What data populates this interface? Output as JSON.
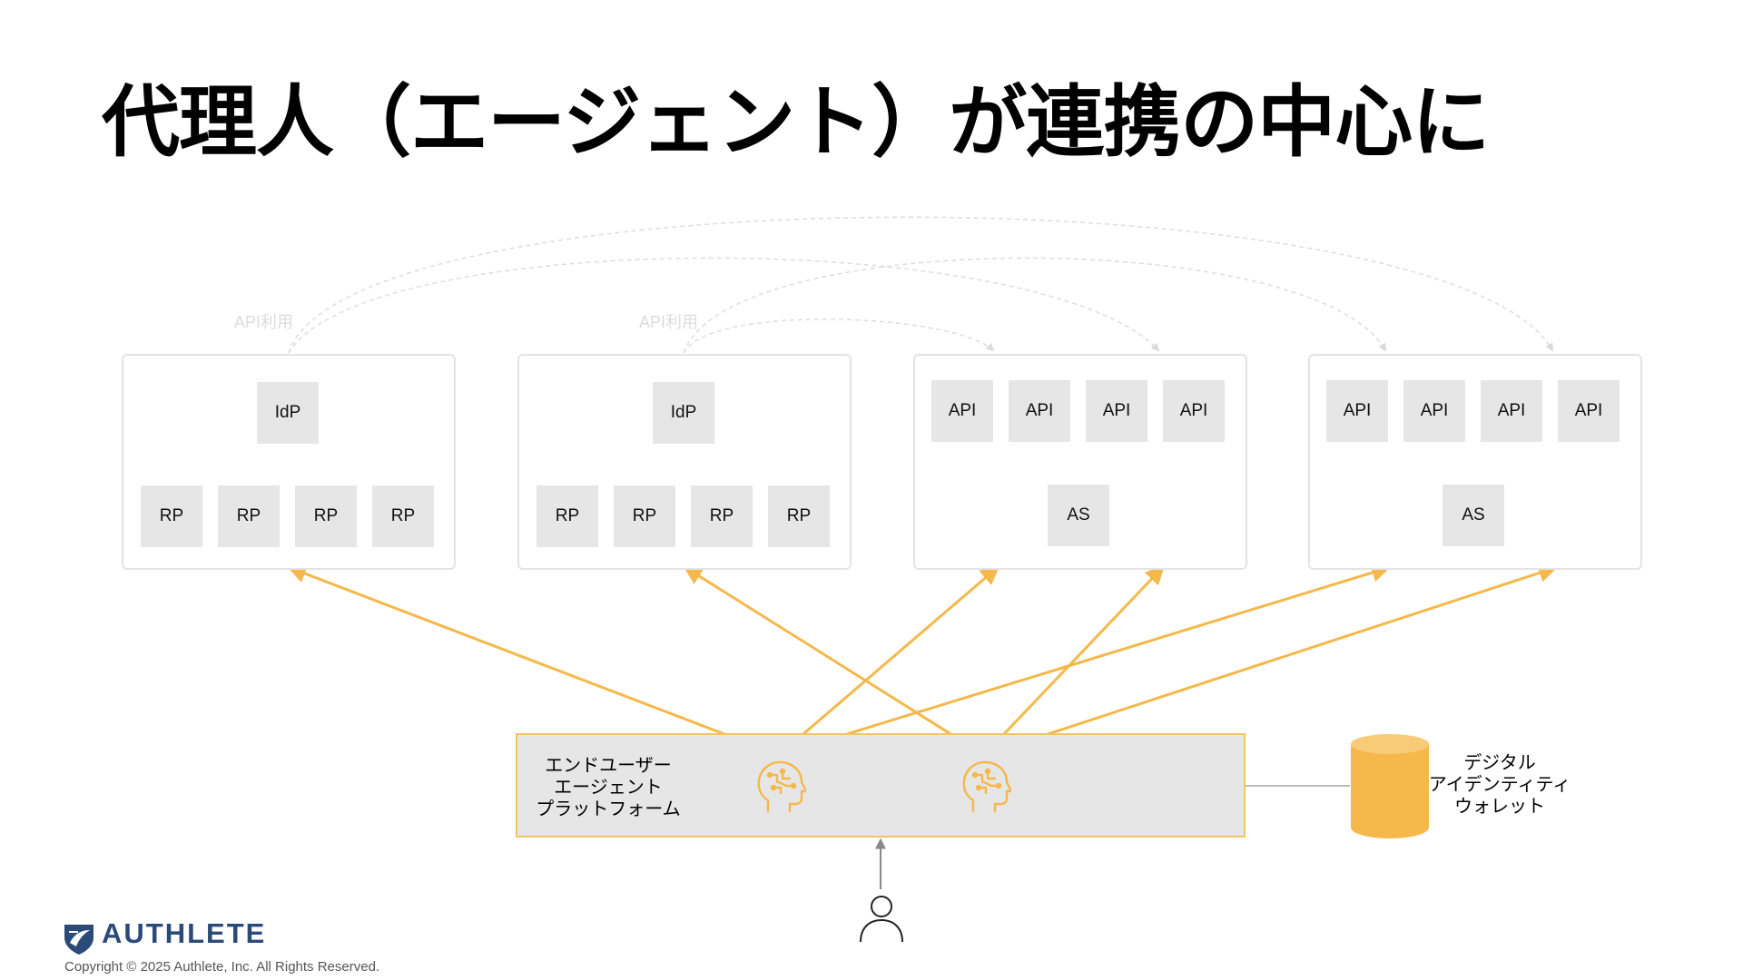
{
  "title": "代理人（エージェント）が連携の中心に",
  "api_usage_labels": [
    "API利用",
    "API利用"
  ],
  "panels": [
    {
      "top": "IdP",
      "children": [
        "RP",
        "RP",
        "RP",
        "RP"
      ]
    },
    {
      "top": "IdP",
      "children": [
        "RP",
        "RP",
        "RP",
        "RP"
      ]
    },
    {
      "tops": [
        "API",
        "API",
        "API",
        "API"
      ],
      "bottom": "AS"
    },
    {
      "tops": [
        "API",
        "API",
        "API",
        "API"
      ],
      "bottom": "AS"
    }
  ],
  "platform": {
    "line1": "エンドユーザー",
    "line2": "エージェント",
    "line3": "プラットフォーム"
  },
  "wallet": {
    "line1": "デジタル",
    "line2": "アイデンティティ",
    "line3": "ウォレット"
  },
  "icons": {
    "agent": "ai-head-icon",
    "user": "user-icon",
    "wallet": "database-cylinder-icon",
    "logo": "authlete-logo-icon"
  },
  "colors": {
    "accent": "#f5b84a",
    "node_fill": "#e6e6e6",
    "panel_border": "#e4e4e4",
    "logo": "#2b4a7a"
  },
  "footer": {
    "logo_text": "AUTHLETE",
    "copyright": "Copyright © 2025 Authlete, Inc. All Rights Reserved."
  }
}
